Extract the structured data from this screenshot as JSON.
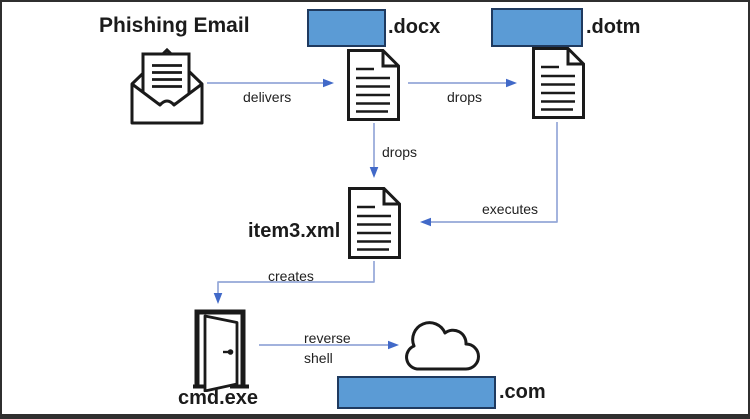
{
  "diagram": {
    "nodes": {
      "phishing_email": {
        "label": "Phishing Email",
        "icon": "envelope"
      },
      "docx_doc": {
        "label": ".docx",
        "name_redacted": true,
        "icon": "document"
      },
      "dotm_doc": {
        "label": ".dotm",
        "name_redacted": true,
        "icon": "document"
      },
      "item3_xml": {
        "label": "item3.xml",
        "icon": "document"
      },
      "cmd_exe": {
        "label": "cmd.exe",
        "icon": "door"
      },
      "c2_domain": {
        "label": ".com",
        "name_redacted": true,
        "icon": "cloud"
      }
    },
    "edges": [
      {
        "from": "phishing_email",
        "to": "docx_doc",
        "label": "delivers"
      },
      {
        "from": "docx_doc",
        "to": "dotm_doc",
        "label": "drops"
      },
      {
        "from": "docx_doc",
        "to": "item3_xml",
        "label": "drops"
      },
      {
        "from": "dotm_doc",
        "to": "item3_xml",
        "label": "executes"
      },
      {
        "from": "item3_xml",
        "to": "cmd_exe",
        "label": "creates"
      },
      {
        "from": "cmd_exe",
        "to": "c2_domain",
        "label": "reverse shell",
        "label_lines": [
          "reverse",
          "shell"
        ]
      }
    ]
  },
  "colors": {
    "canvas_bg": "#ffffff",
    "frame": "#2f2f2f",
    "ink": "#1b1b1b",
    "icon_stroke": "#1a1a1a",
    "redact_fill": "#5b9bd5",
    "redact_border": "#1f3a5f",
    "arrow_line": "#94a7d8",
    "arrow_head": "#4169c8"
  }
}
